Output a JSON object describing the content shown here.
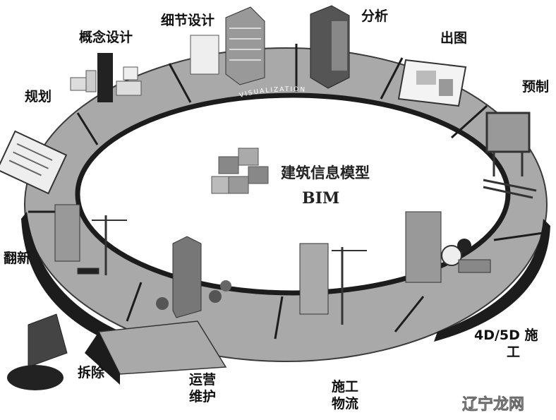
{
  "stages": [
    {
      "id": "planning",
      "label": "规划"
    },
    {
      "id": "concept",
      "label": "概念设计"
    },
    {
      "id": "detail",
      "label": "细节设计"
    },
    {
      "id": "analysis",
      "label": "分析"
    },
    {
      "id": "drawing",
      "label": "出图"
    },
    {
      "id": "prefab",
      "label": "预制"
    },
    {
      "id": "construction",
      "label": "4D/5D 施",
      "label2": "工"
    },
    {
      "id": "logistics",
      "label": "施工",
      "label2": "物流"
    },
    {
      "id": "operations",
      "label": "运营",
      "label2": "维护"
    },
    {
      "id": "demolition",
      "label": "拆除"
    },
    {
      "id": "renovation",
      "label": "翻新"
    }
  ],
  "ring_text": "VISUALIZATION",
  "center": {
    "title": "建筑信息模型",
    "subtitle": "BIM"
  },
  "watermark": "辽宁龙网",
  "colors": {
    "ring": "#a9a9a9",
    "ring_edge": "#1c1c1c",
    "icons": "#555555"
  }
}
